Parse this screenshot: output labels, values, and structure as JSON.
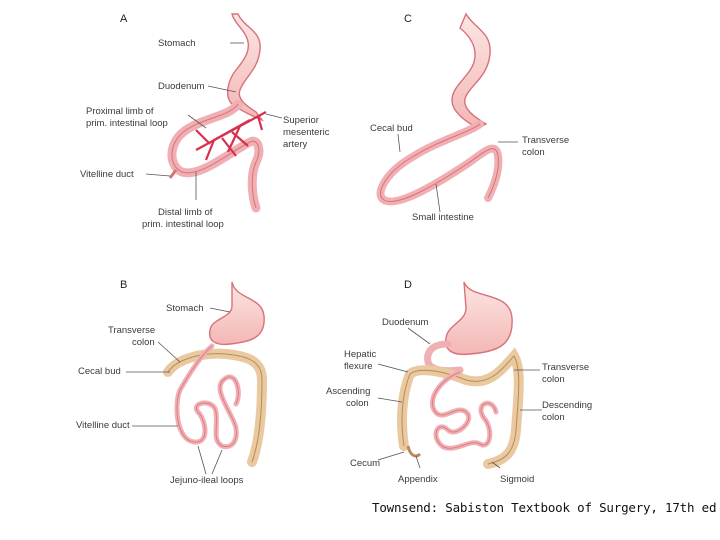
{
  "panels": {
    "a": {
      "letter": "A",
      "labels": {
        "stomach": "Stomach",
        "duodenum": "Duodenum",
        "proximal_1": "Proximal limb of",
        "proximal_2": "prim. intestinal loop",
        "vitelline": "Vitelline duct",
        "distal_1": "Distal limb of",
        "distal_2": "prim. intestinal loop",
        "sma_1": "Superior",
        "sma_2": "mesenteric",
        "sma_3": "artery"
      }
    },
    "b": {
      "letter": "B",
      "labels": {
        "stomach": "Stomach",
        "transverse_1": "Transverse",
        "transverse_2": "colon",
        "cecal": "Cecal bud",
        "vitelline": "Vitelline duct",
        "jejuno": "Jejuno-ileal loops"
      }
    },
    "c": {
      "letter": "C",
      "labels": {
        "cecal": "Cecal bud",
        "transverse_1": "Transverse",
        "transverse_2": "colon",
        "small": "Small intestine"
      }
    },
    "d": {
      "letter": "D",
      "labels": {
        "duodenum": "Duodenum",
        "hepatic_1": "Hepatic",
        "hepatic_2": "flexure",
        "transverse_1": "Transverse",
        "transverse_2": "colon",
        "ascending_1": "Ascending",
        "ascending_2": "colon",
        "descending_1": "Descending",
        "descending_2": "colon",
        "cecum": "Cecum",
        "appendix": "Appendix",
        "sigmoid": "Sigmoid"
      }
    }
  },
  "caption": "Townsend: Sabiston Textbook of Surgery, 17th ed",
  "colors": {
    "gut_fill": "#f7c9c9",
    "gut_stroke": "#d9707a",
    "artery": "#d6304d",
    "colon_fill": "#e9c9a0",
    "colon_stroke": "#b88a5a",
    "stomach_fill": "#f9d9d6"
  }
}
